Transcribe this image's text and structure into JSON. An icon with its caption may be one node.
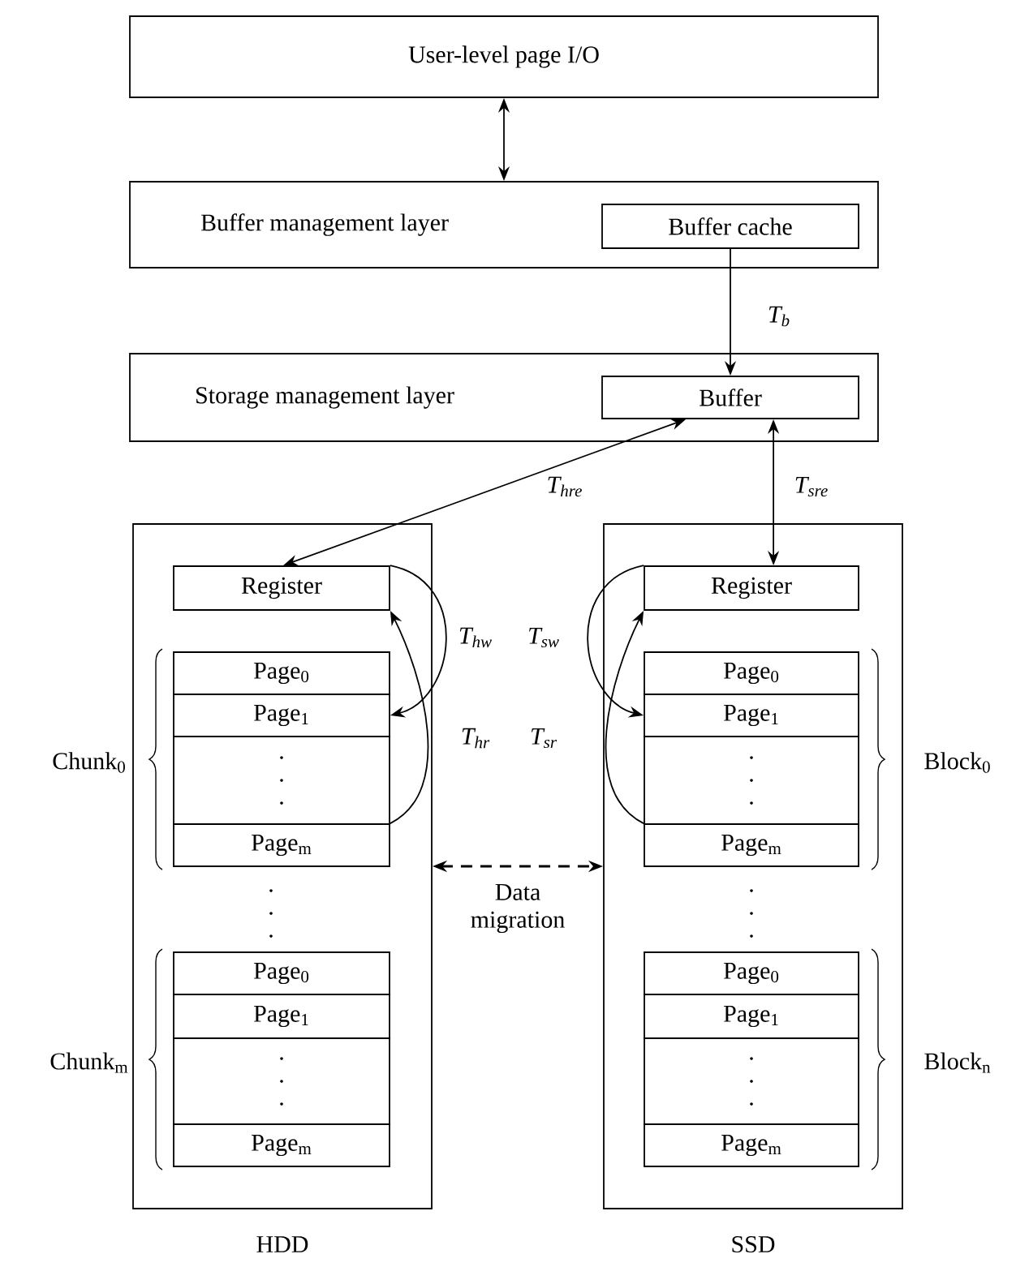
{
  "diagram": {
    "nodes": [
      {
        "text": [
          "User-level page I/O"
        ]
      },
      {
        "text": [
          "Buffer management layer"
        ]
      },
      {
        "text": [
          "Buffer cache"
        ],
        "in": 1
      },
      {
        "text": [
          "Storage management layer"
        ]
      },
      {
        "text": [
          "Buffer"
        ],
        "in": 3
      },
      {
        "text": [],
        "shape": "box",
        "beside": [
          "HDD"
        ]
      },
      {
        "text": [
          "Register"
        ],
        "in": 5
      },
      {
        "text": [
          "Page$_{0}$"
        ],
        "in": 5
      },
      {
        "text": [
          "Page$_{1}$"
        ],
        "in": 5
      },
      {
        "text": [],
        "shape": "box",
        "in": 5
      },
      {
        "text": [
          "Page$_{m}$"
        ],
        "in": 5
      },
      {
        "text": [
          "Page$_{0}$"
        ],
        "in": 5
      },
      {
        "text": [
          "Page$_{1}$"
        ],
        "in": 5
      },
      {
        "text": [],
        "shape": "box",
        "in": 5
      },
      {
        "text": [
          "Page$_{m}$"
        ],
        "in": 5
      },
      {
        "text": [],
        "shape": "box",
        "beside": [
          "SSD"
        ]
      },
      {
        "text": [
          "Register"
        ],
        "in": 15
      },
      {
        "text": [
          "Page$_{0}$"
        ],
        "in": 15
      },
      {
        "text": [
          "Page$_{1}$"
        ],
        "in": 15
      },
      {
        "text": [],
        "shape": "box",
        "in": 15
      },
      {
        "text": [
          "Page$_{m}$"
        ],
        "in": 15
      },
      {
        "text": [
          "Page$_{0}$"
        ],
        "in": 15
      },
      {
        "text": [
          "Page$_{1}$"
        ],
        "in": 15
      },
      {
        "text": [],
        "shape": "box",
        "in": 15
      },
      {
        "text": [
          "Page$_{m}$"
        ],
        "in": 15
      }
    ],
    "edges": [
      {
        "from": 0,
        "to": 1,
        "arrow": "both"
      },
      {
        "from": 2,
        "to": 4,
        "arrow": "to",
        "label": "T$_{b}$"
      },
      {
        "from": 4,
        "to": 6,
        "arrow": "both",
        "label": "T$_{hre}$"
      },
      {
        "from": 4,
        "to": 16,
        "arrow": "both",
        "label": "T$_{sre}$"
      },
      {
        "from": 6,
        "to": 8,
        "arrow": "to",
        "label": "T$_{hw}$"
      },
      {
        "from": 10,
        "to": 6,
        "arrow": "to",
        "label": "T$_{hr}$"
      },
      {
        "from": 16,
        "to": 18,
        "arrow": "to",
        "label": "T$_{sw}$"
      },
      {
        "from": 20,
        "to": 16,
        "arrow": "to",
        "label": "T$_{sr}$"
      },
      {
        "from": 5,
        "to": 15,
        "arrow": "both",
        "style": "dashed",
        "label": "Data migration"
      }
    ],
    "labels": [
      "Chunk$_{0}$",
      "Block$_{0}$",
      "Chunk$_{m}$",
      "Block$_{n}$"
    ]
  }
}
